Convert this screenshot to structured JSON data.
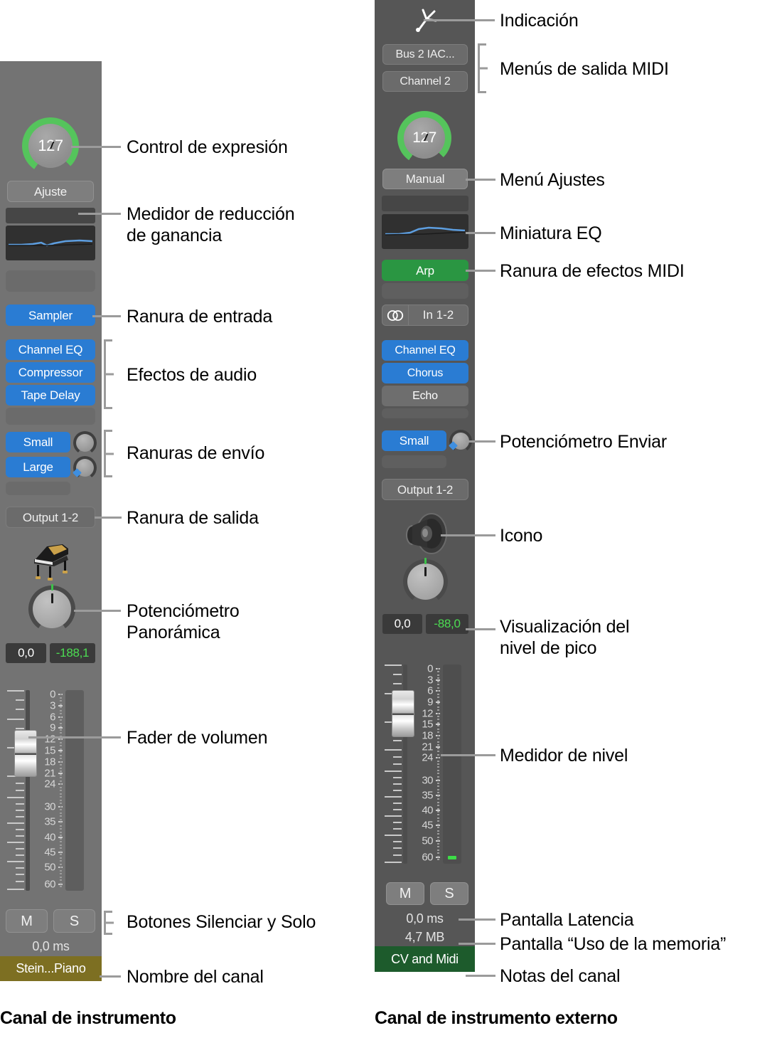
{
  "figure": {
    "caption_left": "Canal de instrumento",
    "caption_right": "Canal de instrumento externo"
  },
  "colors": {
    "strip_left_bg": "#737373",
    "strip_right_bg": "#565656",
    "plugin_blue": "#2a7cd3",
    "midi_fx_green": "#2a9642",
    "peak_green": "#4cdc52",
    "expression_ring_green": "#55c45c",
    "channel_name_olive": "#7d6f22",
    "notes_green": "#1d5b2c",
    "leader_grey": "#9b9b9b"
  },
  "instrument_channel": {
    "expression": {
      "value": "127"
    },
    "settings_menu": {
      "label": "Ajuste"
    },
    "gain_reduction_meter": {
      "label": ""
    },
    "eq_thumbnail": {
      "label": ""
    },
    "midi_fx_slot": {
      "label": ""
    },
    "input_slot": {
      "label": "Sampler"
    },
    "audio_effects": [
      {
        "label": "Channel EQ",
        "state": "active"
      },
      {
        "label": "Compressor",
        "state": "active"
      },
      {
        "label": "Tape Delay",
        "state": "active"
      }
    ],
    "sends": [
      {
        "label": "Small",
        "state": "active"
      },
      {
        "label": "Large",
        "state": "active"
      }
    ],
    "output_slot": {
      "label": "Output 1-2"
    },
    "icon": {
      "name": "grand-piano-icon"
    },
    "pan": {
      "value": "0,0"
    },
    "peak_level": {
      "value": "-188,1"
    },
    "meter_scale": [
      "0",
      "3",
      "6",
      "9",
      "12",
      "15",
      "18",
      "21",
      "24",
      "30",
      "35",
      "40",
      "45",
      "50",
      "60"
    ],
    "mute_button": {
      "label": "M"
    },
    "solo_button": {
      "label": "S"
    },
    "latency_display": {
      "value": "0,0 ms"
    },
    "channel_name": {
      "value": "Stein...Piano"
    }
  },
  "external_instrument_channel": {
    "indicator": {
      "name": "tuning-fork-icon"
    },
    "midi_output_menus": [
      {
        "label": "Bus 2 IAC..."
      },
      {
        "label": "Channel 2"
      }
    ],
    "expression": {
      "value": "127"
    },
    "settings_menu": {
      "label": "Manual"
    },
    "gain_reduction_meter": {
      "label": ""
    },
    "eq_thumbnail": {
      "label": ""
    },
    "midi_fx_slot": {
      "label": "Arp",
      "state": "active"
    },
    "input": {
      "link_icon": "stereo-link-icon",
      "label": "In 1-2"
    },
    "audio_effects": [
      {
        "label": "Channel EQ",
        "state": "active"
      },
      {
        "label": "Chorus",
        "state": "active"
      },
      {
        "label": "Echo",
        "state": "bypassed"
      }
    ],
    "sends": [
      {
        "label": "Small",
        "state": "active"
      }
    ],
    "output_slot": {
      "label": "Output 1-2"
    },
    "icon": {
      "name": "speaker-icon"
    },
    "pan": {
      "value": "0,0"
    },
    "peak_level": {
      "value": "-88,0"
    },
    "meter_scale": [
      "0",
      "3",
      "6",
      "9",
      "12",
      "15",
      "18",
      "21",
      "24",
      "30",
      "35",
      "40",
      "45",
      "50",
      "60"
    ],
    "mute_button": {
      "label": "M"
    },
    "solo_button": {
      "label": "S"
    },
    "latency_display": {
      "value": "0,0 ms"
    },
    "memory_usage_display": {
      "value": "4,7 MB"
    },
    "channel_notes": {
      "value": "CV and Midi"
    }
  },
  "annotations_left": [
    {
      "id": "control-de-expresion",
      "text": "Control de expresión"
    },
    {
      "id": "medidor-reduccion",
      "text": "Medidor de reducción\nde ganancia"
    },
    {
      "id": "ranura-de-entrada",
      "text": "Ranura de entrada"
    },
    {
      "id": "efectos-de-audio",
      "text": "Efectos de audio"
    },
    {
      "id": "ranuras-de-envio",
      "text": "Ranuras de envío"
    },
    {
      "id": "ranura-de-salida",
      "text": "Ranura de salida"
    },
    {
      "id": "potenciometro-panoramica",
      "text": "Potenciómetro\nPanorámica"
    },
    {
      "id": "fader-de-volumen",
      "text": "Fader de volumen"
    },
    {
      "id": "botones-silenciar-solo",
      "text": "Botones Silenciar y Solo"
    },
    {
      "id": "nombre-del-canal",
      "text": "Nombre del canal"
    }
  ],
  "annotations_right": [
    {
      "id": "indicacion",
      "text": "Indicación"
    },
    {
      "id": "menus-salida-midi",
      "text": "Menús de salida MIDI"
    },
    {
      "id": "menu-ajustes",
      "text": "Menú Ajustes"
    },
    {
      "id": "miniatura-eq",
      "text": "Miniatura EQ"
    },
    {
      "id": "ranura-efectos-midi",
      "text": "Ranura de efectos MIDI"
    },
    {
      "id": "potenciometro-enviar",
      "text": "Potenciómetro Enviar"
    },
    {
      "id": "icono",
      "text": "Icono"
    },
    {
      "id": "visualizacion-nivel-pico",
      "text": "Visualización del\nnivel de pico"
    },
    {
      "id": "medidor-de-nivel",
      "text": "Medidor de nivel"
    },
    {
      "id": "pantalla-latencia",
      "text": "Pantalla Latencia"
    },
    {
      "id": "pantalla-uso-memoria",
      "text": "Pantalla “Uso de la memoria”"
    },
    {
      "id": "notas-del-canal",
      "text": "Notas del canal"
    }
  ]
}
